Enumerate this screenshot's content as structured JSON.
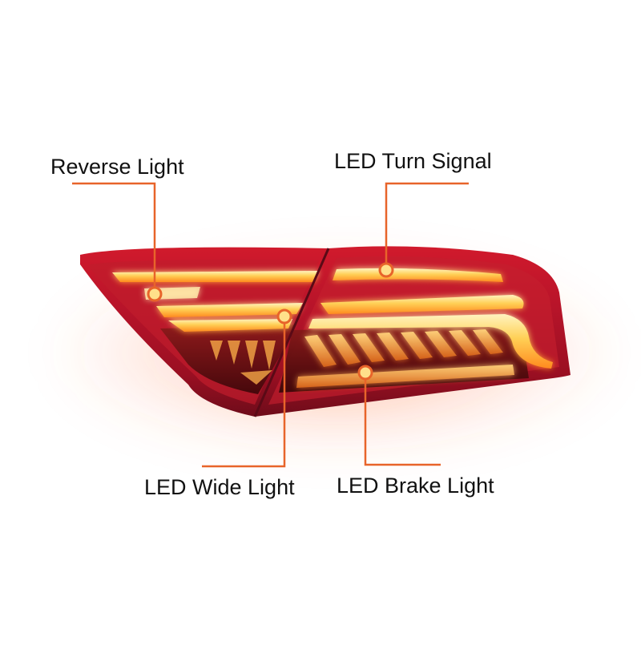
{
  "callouts": {
    "reverse_light": "Reverse Light",
    "turn_signal": "LED Turn Signal",
    "wide_light": "LED Wide Light",
    "brake_light": "LED Brake Light"
  },
  "colors": {
    "background": "#ffffff",
    "callout_line": "#e8642a",
    "callout_dot_fill": "#ffe08a",
    "housing_red": "#b0162a",
    "housing_dark_red": "#6e0c1a",
    "led_amber": "#ffb02e",
    "led_glow": "#ff7a1a"
  },
  "image": {
    "subject": "tail light assembly"
  }
}
